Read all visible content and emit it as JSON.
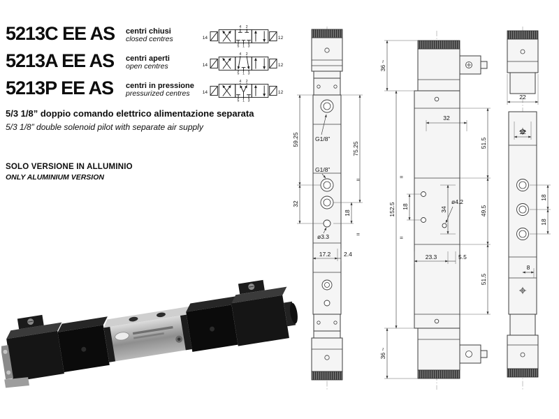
{
  "products": [
    {
      "code": "5213C EE AS",
      "desc_it": "centri chiusi",
      "desc_en": "closed centres"
    },
    {
      "code": "5213A EE AS",
      "desc_it": "centri aperti",
      "desc_en": "open centres"
    },
    {
      "code": "5213P EE AS",
      "desc_it": "centri in pressione",
      "desc_en": "pressurized centres"
    }
  ],
  "subtitle": {
    "it": "5/3 1/8” doppio comando elettrico alimentazione separata",
    "en": "5/3 1/8” double solenoid pilot with separate air supply"
  },
  "note": {
    "it": "SOLO VERSIONE IN ALLUMINIO",
    "en": "ONLY ALUMINIUM VERSION"
  },
  "symbol_labels": {
    "pilot_left": "14",
    "pilot_right": "12",
    "port_4": "4",
    "port_2": "2",
    "port_5": "5",
    "port_1": "1",
    "port_3": "3"
  },
  "drawing_front": {
    "dim_height_upper": "59.25",
    "dim_height_ports": "75.25",
    "dim_port_span": "32",
    "dim_port_gap": "18",
    "port_label_top": "G1/8”",
    "port_label_mid": "G1/8”",
    "hole_label": "ø3.3",
    "dim_width": "17.2",
    "dim_offset": "2.4",
    "eq_top": "=",
    "eq_bottom": "="
  },
  "drawing_side": {
    "dim_solenoid_top": "36 ~",
    "dim_solenoid_bottom": "36 ~",
    "dim_total_height": "152.5",
    "dim_top_width": "32",
    "dim_sec_top": "51.5",
    "dim_sec_mid": "49.5",
    "dim_sec_bottom": "51.5",
    "dim_hole_span": "18",
    "dim_slot": "34",
    "hole_label": "ø4.2",
    "dim_width": "23.3",
    "dim_offset": "5.5",
    "eq_top": "=",
    "eq_bottom": "="
  },
  "drawing_back": {
    "dim_cap_width": "22",
    "dim_body_width": "12",
    "dim_gap_1": "18",
    "dim_gap_2": "18",
    "dim_offset": "8"
  }
}
